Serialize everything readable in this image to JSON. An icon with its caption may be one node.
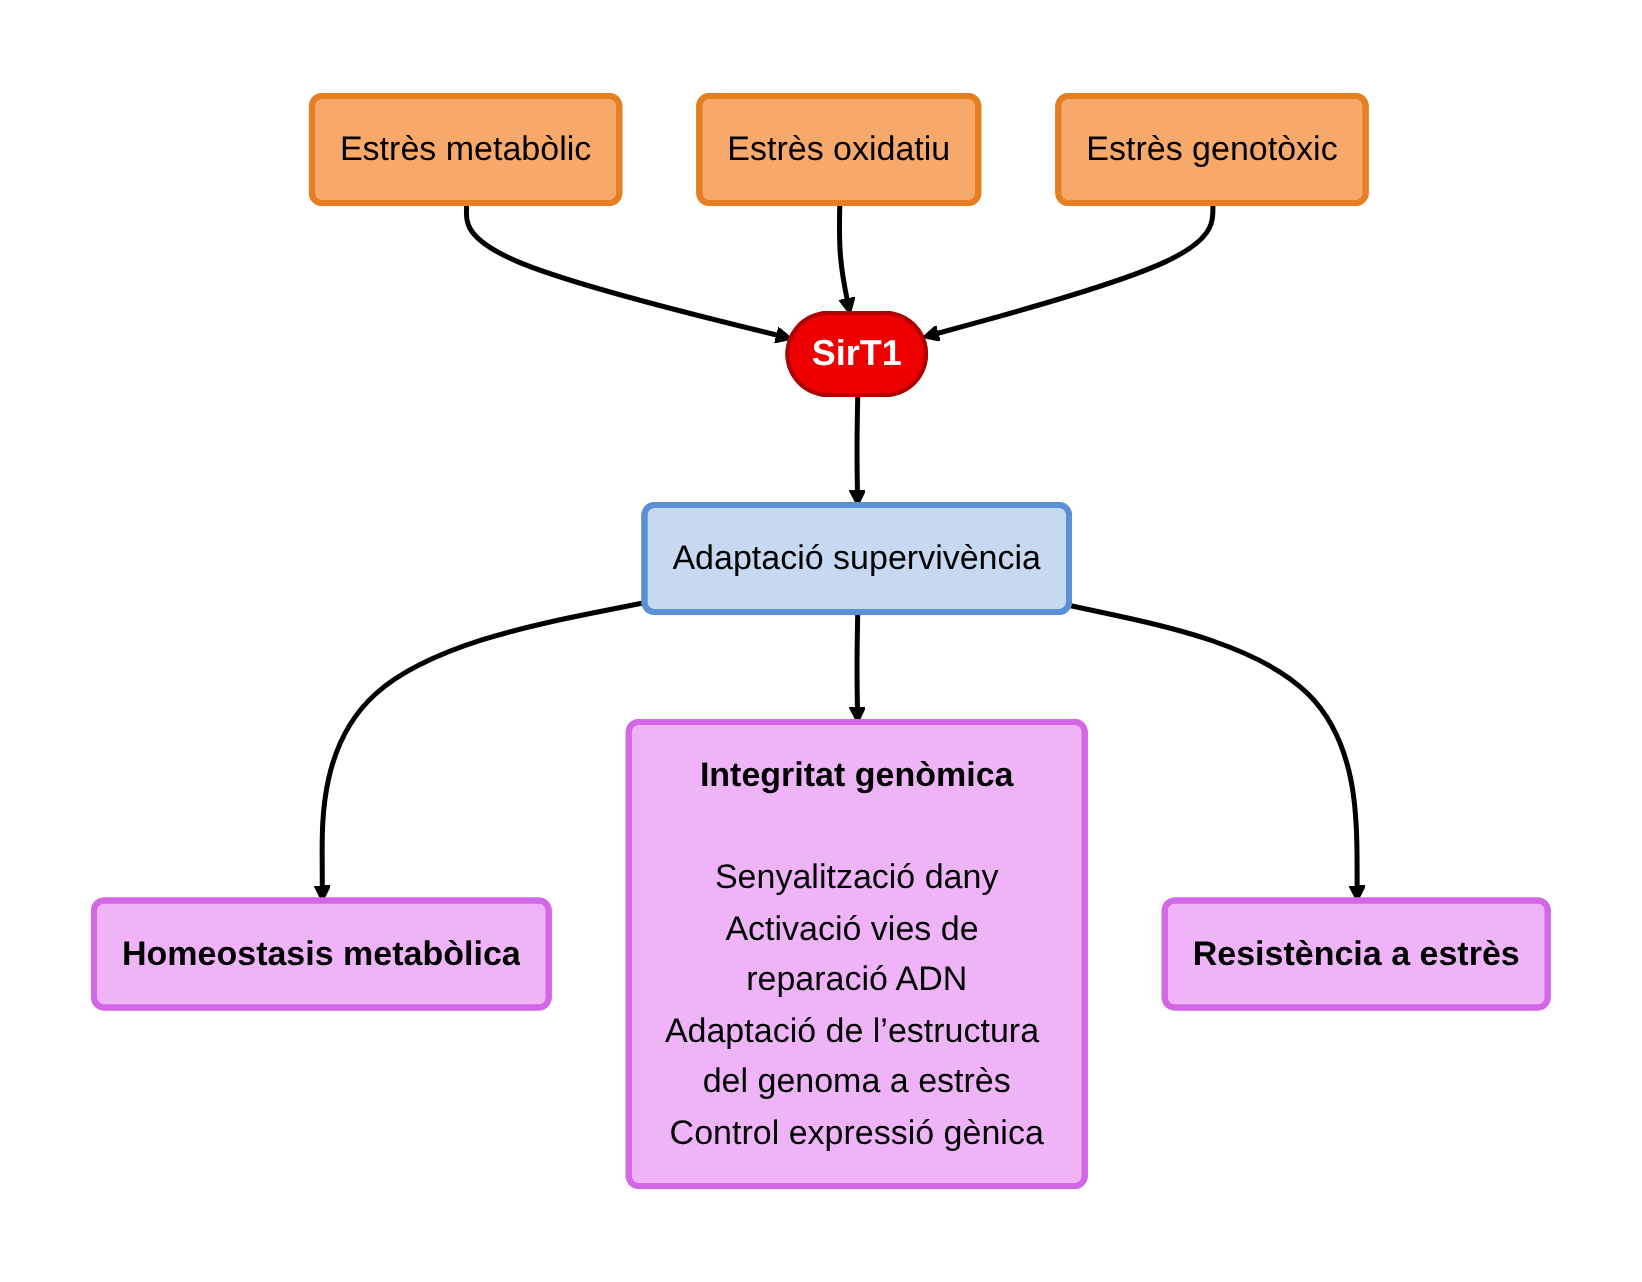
{
  "diagram": {
    "nodes": [
      {
        "text": [
          "Estrès metabòlic"
        ]
      },
      {
        "text": [
          "Estrès oxidatiu"
        ]
      },
      {
        "text": [
          "Estrès genotòxic"
        ]
      },
      {
        "text": [
          "SirT1"
        ]
      },
      {
        "text": [
          "Adaptació supervivència"
        ]
      },
      {
        "text": [
          "Homeostasis metabòlica"
        ]
      },
      {
        "text": [
          "Integritat genòmica",
          "Senyalització dany",
          "Activació vies de reparació ADN",
          "Adaptació de l’estructura del genoma a estrès",
          "Control expressió gènica"
        ]
      },
      {
        "text": [
          "Resistència a estrès"
        ]
      }
    ],
    "edges": [
      {
        "from": 0,
        "to": 3,
        "arrow": "to"
      },
      {
        "from": 1,
        "to": 3,
        "arrow": "to"
      },
      {
        "from": 2,
        "to": 3,
        "arrow": "to"
      },
      {
        "from": 3,
        "to": 4,
        "arrow": "to"
      },
      {
        "from": 4,
        "to": 5,
        "arrow": "to"
      },
      {
        "from": 4,
        "to": 6,
        "arrow": "to"
      },
      {
        "from": 4,
        "to": 7,
        "arrow": "to"
      }
    ]
  }
}
